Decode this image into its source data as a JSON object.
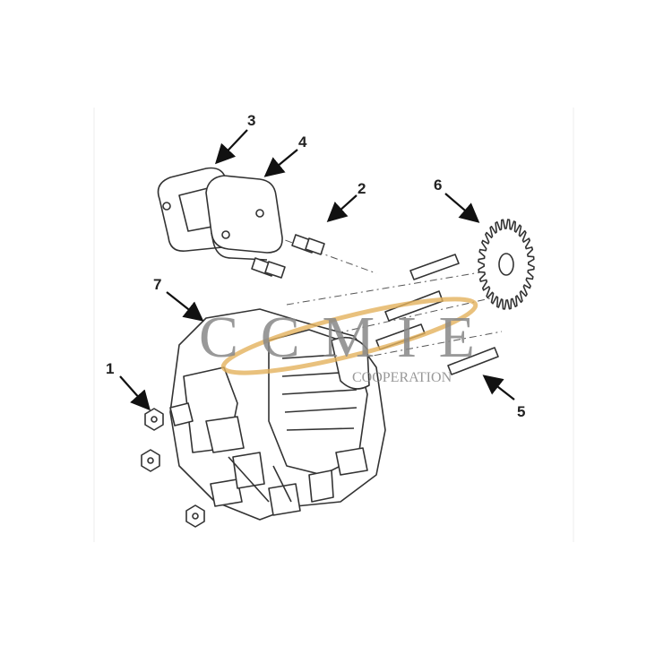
{
  "diagram": {
    "type": "exploded-parts-diagram",
    "callouts": [
      "1",
      "2",
      "3",
      "4",
      "5",
      "6",
      "7"
    ]
  },
  "watermark": {
    "brand": "CCMIE",
    "subtitle": "COOPERATION",
    "accent_color": "#e3b25c"
  }
}
